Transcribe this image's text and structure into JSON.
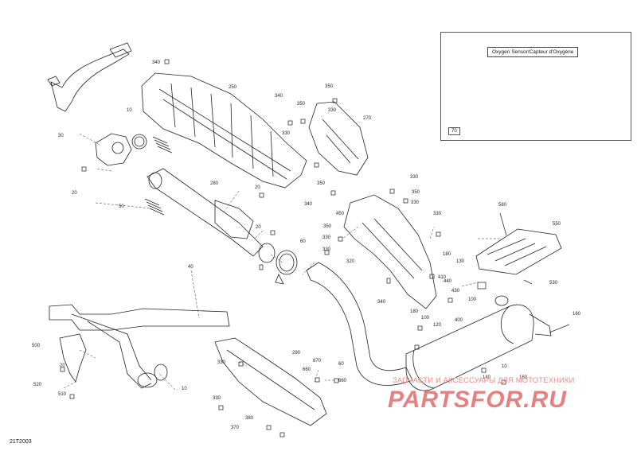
{
  "diagram": {
    "code": "21T2003",
    "inset": {
      "title": "Oxygen Sensor/Capteur d'Oxygène",
      "ref": "70"
    },
    "callouts": [
      "340",
      "250",
      "10",
      "30",
      "20",
      "50",
      "350",
      "340",
      "350",
      "330",
      "330",
      "270",
      "330",
      "350",
      "330",
      "350",
      "280",
      "340",
      "20",
      "20",
      "330",
      "450",
      "330",
      "330",
      "350",
      "580",
      "550",
      "320",
      "60",
      "180",
      "130",
      "410",
      "440",
      "430",
      "100",
      "530",
      "340",
      "40",
      "180",
      "100",
      "120",
      "400",
      "160",
      "500",
      "20",
      "520",
      "510",
      "10",
      "290",
      "330",
      "670",
      "660",
      "60",
      "660",
      "10",
      "160",
      "140",
      "330",
      "380",
      "370"
    ],
    "watermark": {
      "top": "ЗАПЧАСТИ И АКСЕССУАРЫ ДЛЯ МОТОТЕХНИКИ",
      "logo": "PARTSFOR.RU"
    }
  }
}
